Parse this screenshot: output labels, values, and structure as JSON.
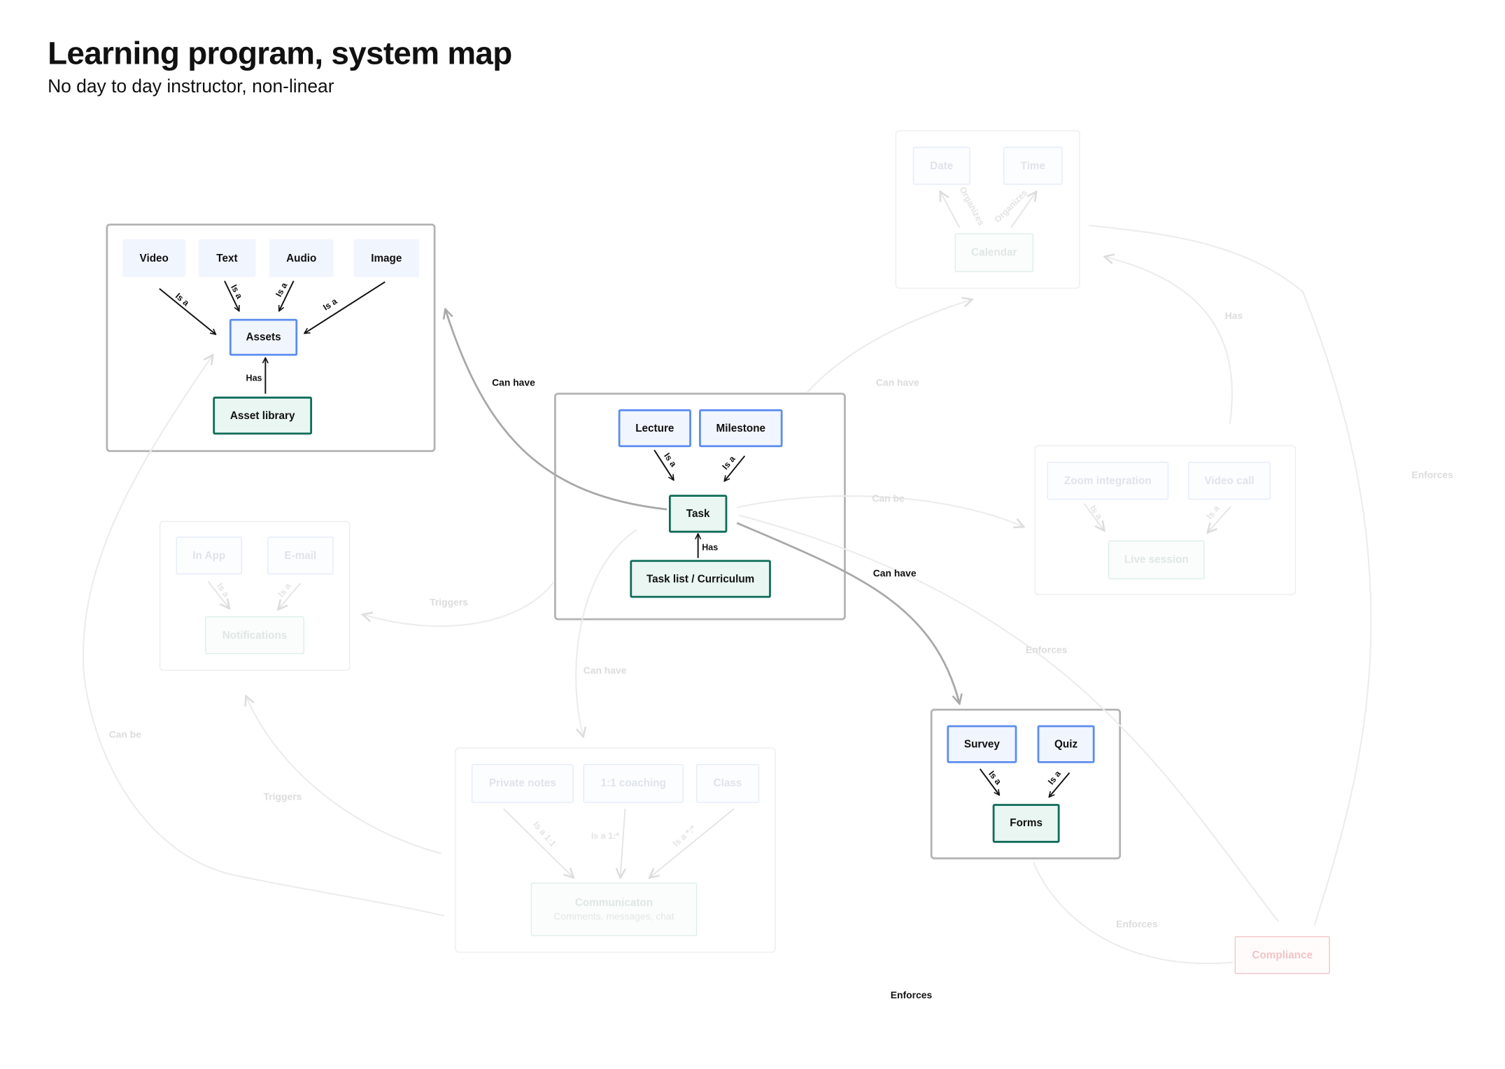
{
  "page": {
    "title": "Learning program, system map",
    "subtitle": "No day to day instructor, non-linear"
  },
  "nodes": {
    "video": "Video",
    "text": "Text",
    "audio": "Audio",
    "image": "Image",
    "assets": "Assets",
    "asset_library": "Asset library",
    "lecture": "Lecture",
    "milestone": "Milestone",
    "task": "Task",
    "task_list": "Task list / Curriculum",
    "survey": "Survey",
    "quiz": "Quiz",
    "forms": "Forms",
    "in_app": "In App",
    "email": "E-mail",
    "notifications": "Notifications",
    "date": "Date",
    "time": "Time",
    "calendar": "Calendar",
    "zoom_integration": "Zoom integration",
    "video_call": "Video call",
    "live_session": "Live session",
    "private_notes": "Private notes",
    "coaching": "1:1 coaching",
    "class": "Class",
    "communication": "Communicaton",
    "communication_sub": "Comments, messages, chat",
    "compliance": "Compliance"
  },
  "labels": {
    "is_a": "Is a",
    "has": "Has",
    "can_have": "Can have",
    "can_be": "Can be",
    "triggers": "Triggers",
    "enforces": "Enforces",
    "organizes": "Organizes",
    "is_a_1_1": "Is a 1:1",
    "is_a_1_many": "Is a 1:*",
    "is_a_many_many": "Is a *:*"
  }
}
